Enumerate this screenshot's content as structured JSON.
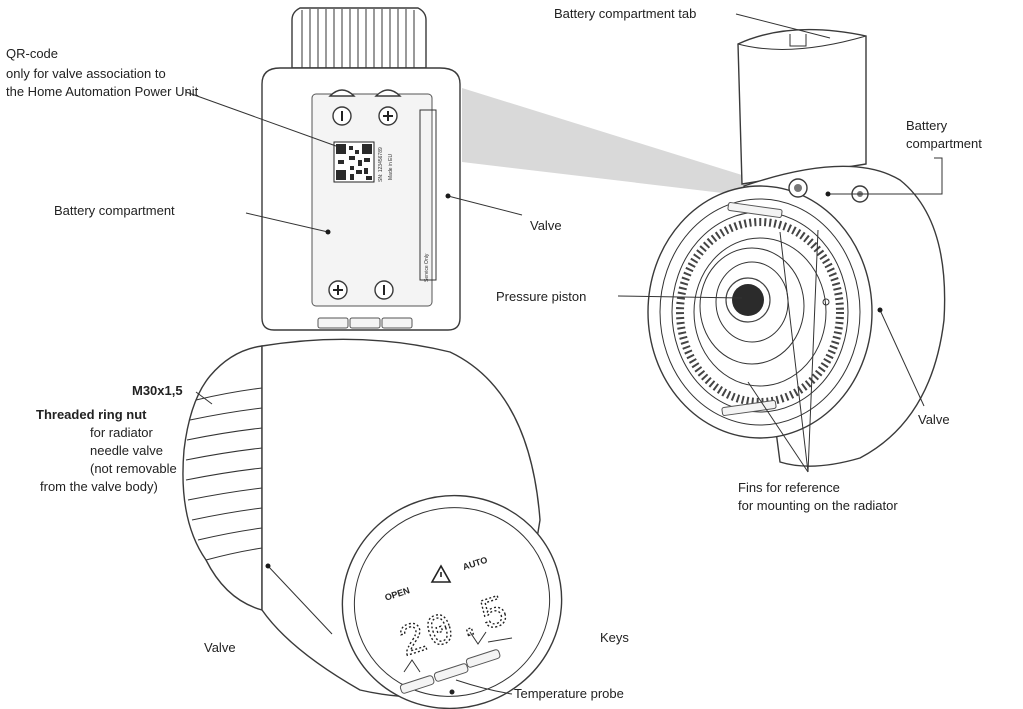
{
  "labels": {
    "qr_title": "QR-code",
    "qr_line2": "only for valve association to",
    "qr_line3": "the Home Automation Power Unit",
    "battery_compartment_left": "Battery compartment",
    "valve_top": "Valve",
    "battery_tab": "Battery compartment tab",
    "battery_compartment_right_1": "Battery",
    "battery_compartment_right_2": "compartment",
    "pressure_piston": "Pressure piston",
    "valve_right": "Valve",
    "fins_line1": "Fins for reference",
    "fins_line2": "for mounting on the radiator",
    "thread_size": "M30x1,5",
    "ring_nut": "Threaded ring nut",
    "ring_line2": "for radiator",
    "ring_line3": "needle valve",
    "ring_line4": "(not removable",
    "ring_line5": "from the valve body)",
    "valve_bottom": "Valve",
    "keys": "Keys",
    "temperature_probe": "Temperature probe"
  },
  "device_text": {
    "display_value": "20.5",
    "open": "OPEN",
    "auto": "AUTO",
    "made_in": "Made in EU",
    "serial": "SN: 123456789",
    "service": "Service Only"
  },
  "icons": {
    "warning": "warning-triangle-icon",
    "key_up": "chevron-up-icon",
    "key_down": "chevron-down-icon",
    "battery_polarity": "battery-polarity-icon"
  },
  "colors": {
    "line": "#333333",
    "beam": "#d9d9d9"
  }
}
